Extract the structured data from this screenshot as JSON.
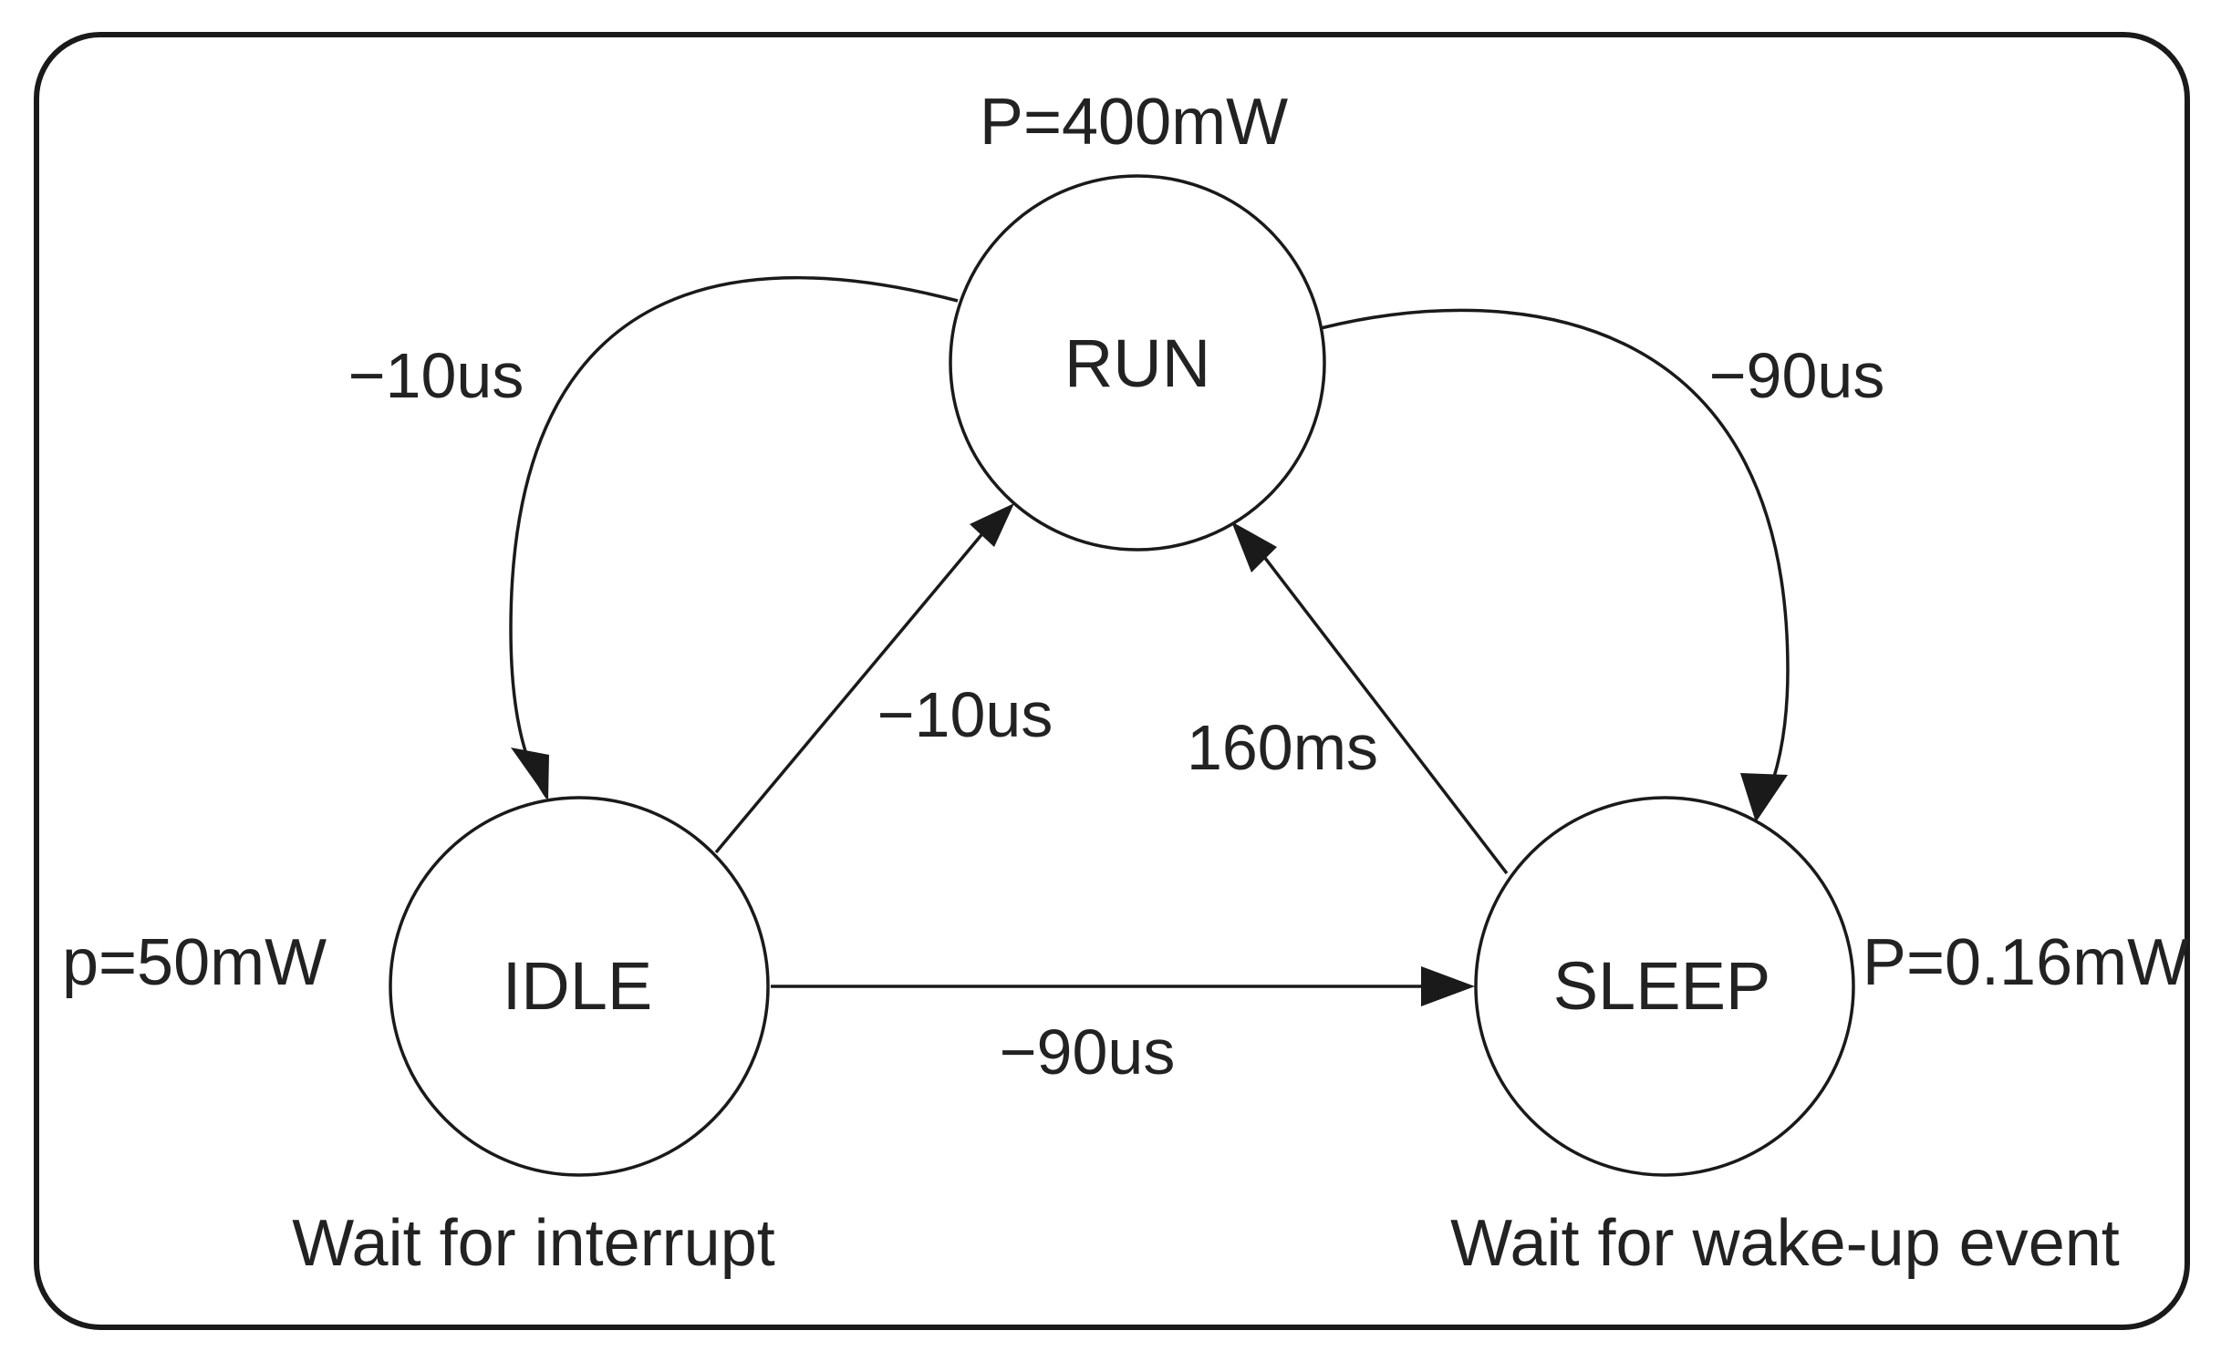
{
  "states": {
    "run": {
      "name": "RUN",
      "power": "P=400mW"
    },
    "idle": {
      "name": "IDLE",
      "power": "p=50mW",
      "note": "Wait for interrupt"
    },
    "sleep": {
      "name": "SLEEP",
      "power": "P=0.16mW",
      "note": "Wait for wake-up event"
    }
  },
  "transitions": {
    "run_to_idle": {
      "label": "−10us"
    },
    "idle_to_run": {
      "label": "−10us"
    },
    "run_to_sleep": {
      "label": "−90us"
    },
    "sleep_to_run": {
      "label": "160ms"
    },
    "idle_to_sleep": {
      "label": "−90us"
    }
  },
  "colors": {
    "stroke": "#1a1a1a",
    "text": "#222222",
    "background": "#ffffff"
  }
}
